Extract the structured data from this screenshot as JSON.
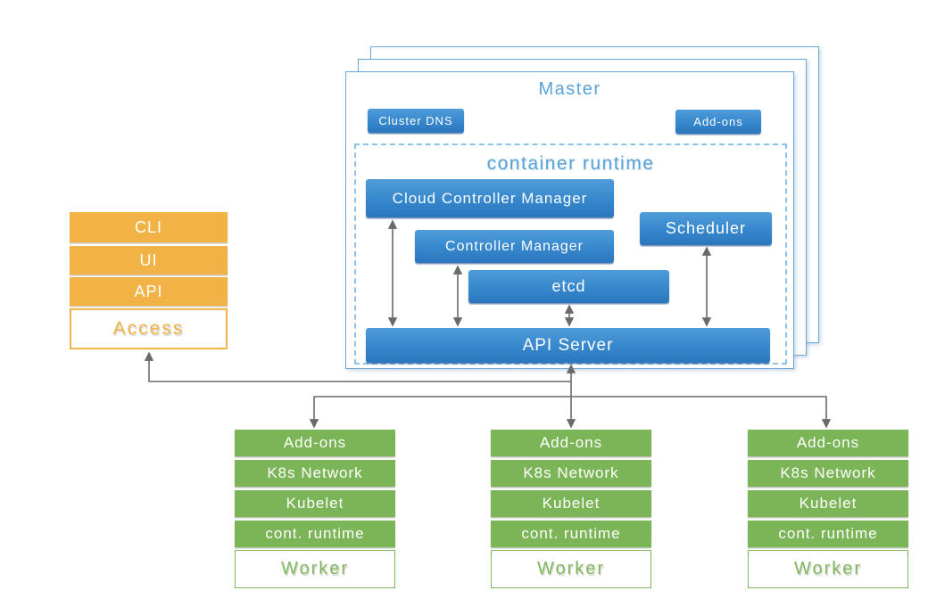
{
  "master": {
    "title": "Master",
    "buttons": {
      "cluster_dns": "Cluster DNS",
      "add_ons": "Add-ons"
    },
    "container_runtime_label": "container runtime",
    "components": {
      "cloud_controller_manager": "Cloud Controller Manager",
      "controller_manager": "Controller Manager",
      "scheduler": "Scheduler",
      "etcd": "etcd",
      "api_server": "API Server"
    }
  },
  "access_stack": {
    "rows": [
      "CLI",
      "UI",
      "API"
    ],
    "label": "Access"
  },
  "worker_stack": {
    "rows": [
      "Add-ons",
      "K8s Network",
      "Kubelet",
      "cont. runtime"
    ],
    "label": "Worker",
    "count": 3
  },
  "colors": {
    "blue": "#3687cd",
    "blue_light": "#58a2da",
    "blue_dashed": "#8fc2e9",
    "orange": "#f1b345",
    "green": "#7cb558",
    "line_gray": "#6a6a6a"
  }
}
